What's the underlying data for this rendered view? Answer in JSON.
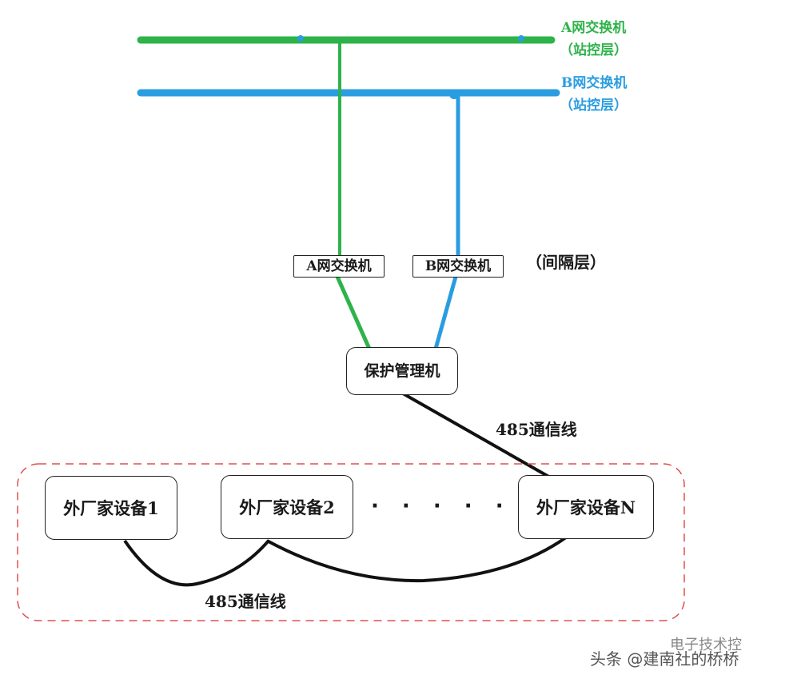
{
  "station_layer": {
    "a_switch_label": "A网交换机",
    "a_switch_layer": "（站控层）",
    "b_switch_label": "B网交换机",
    "b_switch_layer": "（站控层）",
    "a_color": "#2eb34a",
    "b_color": "#2a9de0"
  },
  "bay_layer": {
    "a_switch_label": "A网交换机",
    "b_switch_label": "B网交换机",
    "layer_label": "（间隔层）"
  },
  "protection_manager": {
    "label": "保护管理机"
  },
  "links": {
    "upper_485_label": "485通信线",
    "lower_485_label": "485通信线"
  },
  "devices": {
    "device_1": "外厂家设备1",
    "device_2": "外厂家设备2",
    "ellipsis": "· · · · · ·",
    "device_n": "外厂家设备N"
  },
  "watermark": {
    "text": "头条 @建南社的桥桥",
    "logo_text": "电子技术控"
  }
}
